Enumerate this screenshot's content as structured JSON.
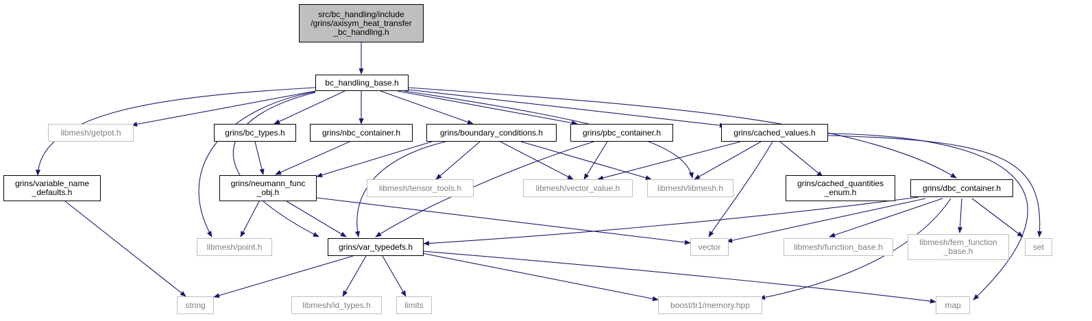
{
  "colors": {
    "edge": "#191970",
    "node_border": "#000000",
    "external_border": "#bfbfbf",
    "external_text": "#808080",
    "root_fill": "#bfbfbf"
  },
  "nodes": {
    "root": "src/bc_handling/include\n/grins/axisym_heat_transfer\n_bc_handling.h",
    "bc_handling_base": "bc_handling_base.h",
    "libmesh_getpot": "libmesh/getpot.h",
    "bc_types": "grins/bc_types.h",
    "nbc_container": "grins/nbc_container.h",
    "boundary_conditions": "grins/boundary_conditions.h",
    "pbc_container": "grins/pbc_container.h",
    "cached_values": "grins/cached_values.h",
    "variable_name_defaults": "grins/variable_name\n_defaults.h",
    "neumann_func_obj": "grins/neumann_func\n_obj.h",
    "tensor_tools": "libmesh/tensor_tools.h",
    "vector_value": "libmesh/vector_value.h",
    "libmesh_libmesh": "libmesh/libmesh.h",
    "cached_quantities_enum": "grins/cached_quantities\n_enum.h",
    "dbc_container": "grins/dbc_container.h",
    "point": "libmesh/point.h",
    "var_typedefs": "grins/var_typedefs.h",
    "vector": "vector",
    "function_base": "libmesh/function_base.h",
    "fem_function_base": "libmesh/fem_function\n_base.h",
    "set": "set",
    "string": "string",
    "id_types": "libmesh/id_types.h",
    "limits": "limits",
    "boost_memory": "boost/tr1/memory.hpp",
    "map": "map"
  }
}
